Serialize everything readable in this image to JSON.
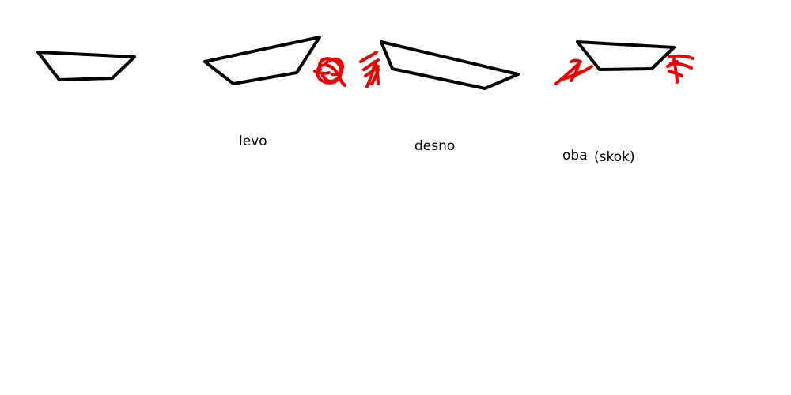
{
  "colors": {
    "background": "#ffffff",
    "outline": "#000000",
    "arrow": "#ee0000"
  },
  "labels": {
    "left": "levo",
    "right": "desno",
    "both": "oba",
    "jump": "(skok)"
  }
}
